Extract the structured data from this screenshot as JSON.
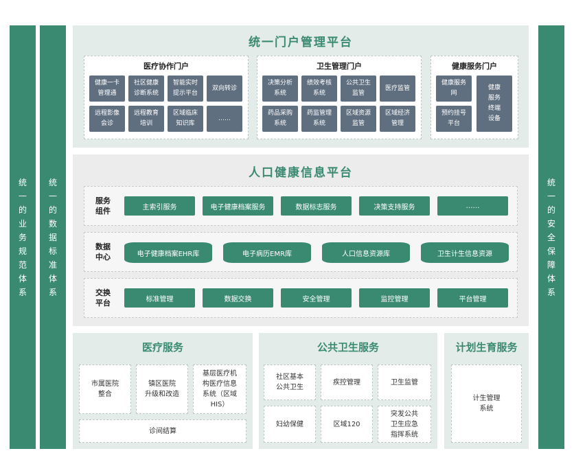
{
  "side_bars": {
    "left_outer": "统一的业务规范体系",
    "left_inner": "统一的数据标准体系",
    "right": "统一的安全保障体系"
  },
  "portal_platform": {
    "title": "统一门户管理平台",
    "medical": {
      "title": "医疗协作门户",
      "items": [
        "健康一卡\n管理通",
        "社区健康\n诊断系统",
        "智能实时\n提示平台",
        "双向转诊",
        "远程影像\n会诊",
        "远程教育\n培训",
        "区域临床\n知识库",
        "……"
      ]
    },
    "health_mgmt": {
      "title": "卫生管理门户",
      "items": [
        "决策分析\n系统",
        "绩效考核\n系统",
        "公共卫生\n监管",
        "医疗监管",
        "药品采购\n系统",
        "药监管理\n系统",
        "区域资源\n监管",
        "区域经济\n管理"
      ]
    },
    "health_service": {
      "title": "健康服务门户",
      "items": [
        "健康服务\n网",
        "预约挂号\n平台",
        "健康\n服务\n终端\n设备"
      ]
    }
  },
  "info_platform": {
    "title": "人口健康信息平台",
    "service_label": "服务\n组件",
    "service_items": [
      "主索引服务",
      "电子健康档案服务",
      "数据标志服务",
      "决策支持服务",
      "……"
    ],
    "data_label": "数据\n中心",
    "data_items": [
      "电子健康档案EHR库",
      "电子病历EMR库",
      "人口信息资源库",
      "卫生计生信息资源"
    ],
    "exchange_label": "交换\n平台",
    "exchange_items": [
      "标准管理",
      "数据交换",
      "安全管理",
      "监控管理",
      "平台管理"
    ]
  },
  "bottom": {
    "medical": {
      "title": "医疗服务",
      "items": [
        "市属医院\n整合",
        "镇区医院\n升级和改造",
        "基层医疗机\n构医疗信息\n系统（区域\nHIS）"
      ],
      "footer": "诊间结算"
    },
    "public_health": {
      "title": "公共卫生服务",
      "items": [
        "社区基本\n公共卫生",
        "疾控管理",
        "卫生监管",
        "妇幼保健",
        "区域120",
        "突发公共\n卫生应急\n指挥系统"
      ]
    },
    "family_planning": {
      "title": "计划生育服务",
      "items": [
        "计生管理\n系统"
      ]
    }
  }
}
